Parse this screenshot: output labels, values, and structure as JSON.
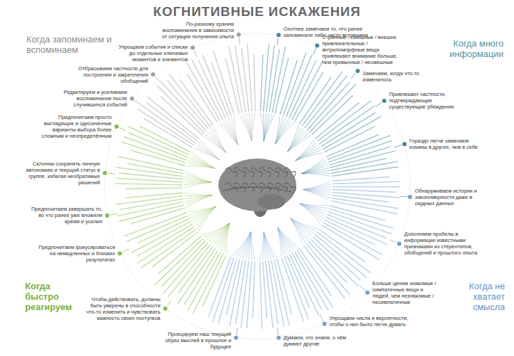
{
  "diagram": {
    "title": "КОГНИТИВНЫЕ ИСКАЖЕНИЯ",
    "labels": [
      "Когда запоминаем и вспоминаем",
      "Когда много информации",
      "Когда не хватает смысла",
      "Когда быстро реагируем",
      "Охотнее замечаем то, что ранее запоминали либо часто встречаем",
      "Странные / смешные / внешне привлекательные / антропоморфные вещи привлекают внимание больше, чем привычные / несмешные",
      "Замечаем, когда что-то изменилось",
      "Привлекают частности, подтверждающие существующие убеждения",
      "Гораздо легче замечаем изъяны в других, чем в себе",
      "Обнаруживаем истории и закономерности даже в скудных данных",
      "Дополняем пробелы в информации известными признаками из стереотипов, обобщений и прошлого опыта",
      "Больше ценим знакомые / симпатичные вещи и людей, чем незнакомые / несимпатичные",
      "Упрощаем числа и вероятности, чтобы о них было легче думать",
      "Думаем, что знаем, о чём думают другие",
      "Проецируем наш текущий образ мыслей в прошлое и будущее",
      "Чтобы действовать, должны быть уверены в способности что-то изменить и чувствовать важность своих поступков",
      "Предпочитаем фокусироваться на немедленных и близких результатах",
      "Предпочитаем завершать то, во что ранее уже вложили время и усилия",
      "Склонны сохранять личную автономию и текущий статус в группе, избегая необратимых решений",
      "Предпочитаем просто выглядящие и однозначные варианты выбора более сложным и неопределённым",
      "Редактируем и усиливаем воспоминания после случившихся событий",
      "Отбрасываем частности для построения и закрепления обобщений",
      "Упрощаем события и списки до отдельных ключевых моментов и элементов",
      "По-разному храним воспоминания в зависимости от ситуации получения опыта"
    ]
  }
}
